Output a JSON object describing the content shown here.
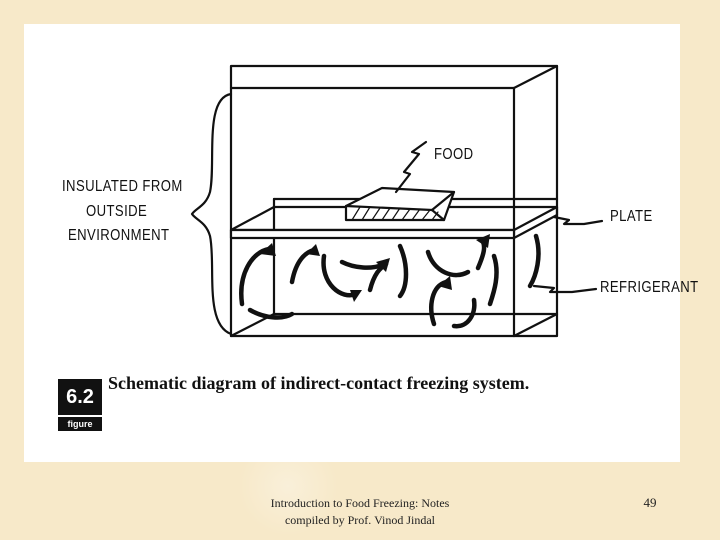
{
  "figure": {
    "labels": {
      "food": "FOOD",
      "insulated_line1": "INSULATED FROM",
      "insulated_line2": "OUTSIDE",
      "insulated_line3": "ENVIRONMENT",
      "plate": "PLATE",
      "refrigerant": "REFRIGERANT"
    },
    "badge_number": "6.2",
    "badge_word": "figure",
    "caption": "Schematic diagram of indirect-contact freezing system."
  },
  "footer": {
    "line1": "Introduction to Food Freezing:  Notes",
    "line2": "compiled by Prof. Vinod Jindal",
    "page_number": "49"
  }
}
